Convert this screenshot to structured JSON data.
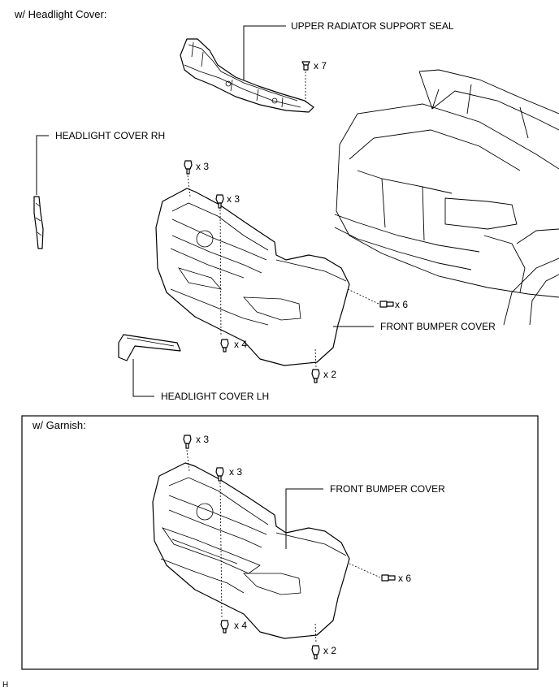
{
  "headings": {
    "headlight_cover": "w/ Headlight Cover:",
    "garnish": "w/ Garnish:"
  },
  "labels": {
    "upper_radiator_support_seal": "UPPER RADIATOR SUPPORT SEAL",
    "headlight_cover_rh": "HEADLIGHT COVER RH",
    "headlight_cover_lh": "HEADLIGHT COVER LH",
    "front_bumper_cover_top": "FRONT BUMPER COVER",
    "front_bumper_cover_bottom": "FRONT BUMPER COVER"
  },
  "fastener_counts": {
    "top": {
      "seal_clips": "x 7",
      "bumper_top_left": "x 3",
      "bumper_top_center": "x 3",
      "bumper_side": "x 6",
      "bumper_bottom": "x 4",
      "bumper_lower_right": "x 2"
    },
    "bottom": {
      "bumper_top_left": "x 3",
      "bumper_top_center": "x 3",
      "bumper_side": "x 6",
      "bumper_bottom": "x 4",
      "bumper_lower_right": "x 2"
    }
  },
  "corner_mark": "H",
  "icons": [
    "clip-icon",
    "screw-icon",
    "bolt-icon"
  ]
}
